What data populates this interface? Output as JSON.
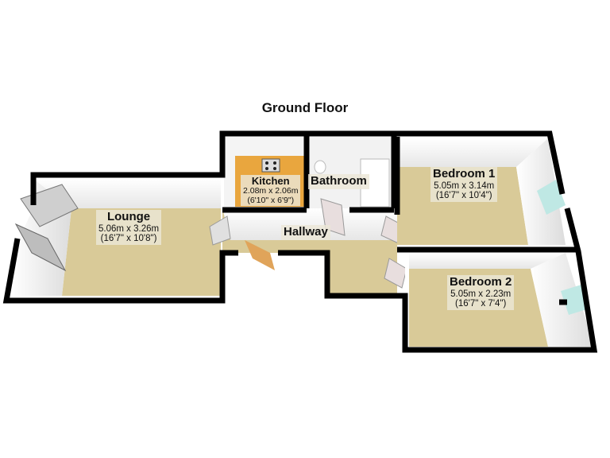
{
  "plan": {
    "title": "Ground Floor",
    "colors": {
      "wall": "#000000",
      "inner_wall": "#f4f4f4",
      "carpet": "#d9ca98",
      "kitchen_splash": "#e9a63e",
      "window_glass": "#bfe8e4",
      "door": "#e0e0e0",
      "front_door": "#e0a45a",
      "bath_tile": "#ececec",
      "label_bg": "#ebe6d7"
    },
    "rooms": [
      {
        "id": "lounge",
        "name": "Lounge",
        "metric": "5.06m x 3.26m",
        "imperial": "(16'7\" x 10'8\")"
      },
      {
        "id": "kitchen",
        "name": "Kitchen",
        "metric": "2.08m x 2.06m",
        "imperial": "(6'10\" x 6'9\")"
      },
      {
        "id": "bathroom",
        "name": "Bathroom"
      },
      {
        "id": "hallway",
        "name": "Hallway"
      },
      {
        "id": "bedroom1",
        "name": "Bedroom 1",
        "metric": "5.05m x 3.14m",
        "imperial": "(16'7\" x 10'4\")"
      },
      {
        "id": "bedroom2",
        "name": "Bedroom 2",
        "metric": "5.05m x 2.23m",
        "imperial": "(16'7\" x 7'4\")"
      }
    ]
  }
}
